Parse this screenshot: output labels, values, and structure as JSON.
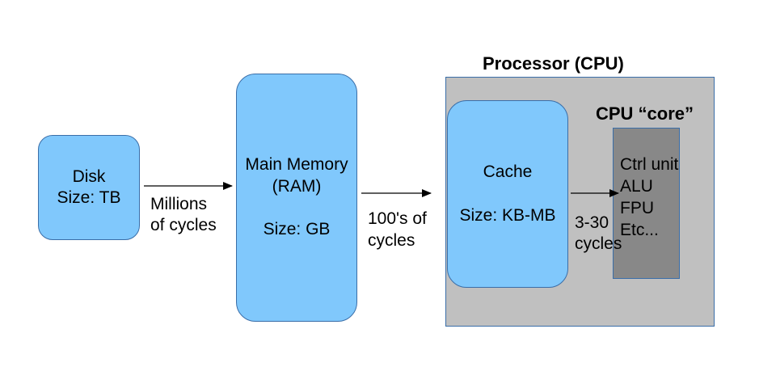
{
  "processor": {
    "title": "Processor (CPU)"
  },
  "core": {
    "title": "CPU “core”",
    "items": [
      "Ctrl unit",
      "ALU",
      "FPU",
      "Etc..."
    ]
  },
  "disk": {
    "name": "Disk",
    "size": "Size: TB"
  },
  "ram": {
    "name_line1": "Main Memory",
    "name_line2": "(RAM)",
    "size": "Size: GB"
  },
  "cache": {
    "name": "Cache",
    "size": "Size: KB-MB"
  },
  "latency": {
    "disk_to_ram": [
      "Millions",
      "of cycles"
    ],
    "ram_to_cache": [
      "100's of",
      "cycles"
    ],
    "cache_to_core": [
      "3-30",
      "cycles"
    ]
  },
  "colors": {
    "storage_fill": "#80c8fc",
    "processor_fill": "#c0c0c0",
    "core_fill": "#888888",
    "border": "#3a6ea8"
  }
}
